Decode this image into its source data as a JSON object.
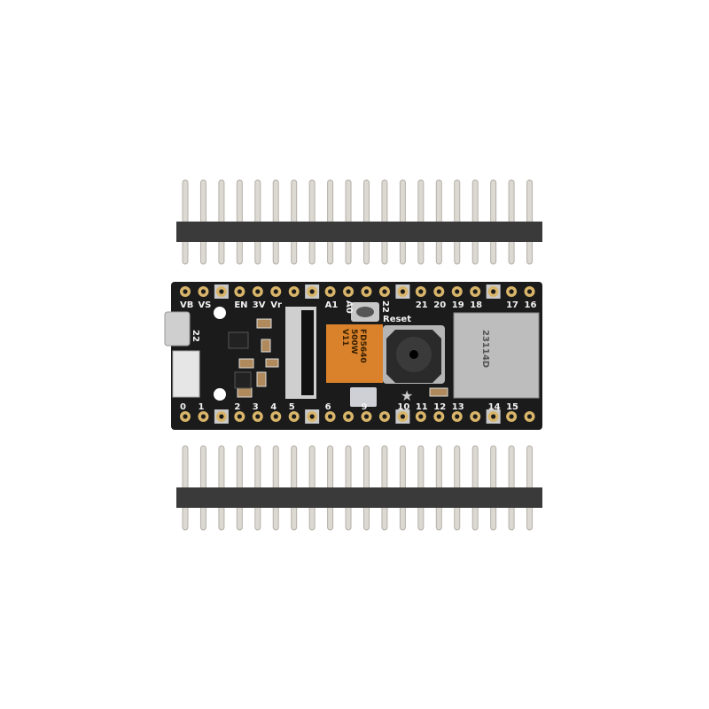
{
  "product": {
    "board_color": "#1a1a1a",
    "pad_color": "#d9b56a",
    "flex_color": "#d9822b",
    "top_pin_labels": [
      "VB",
      "VS",
      "",
      "EN",
      "3V",
      "Vr",
      "",
      "",
      "A1",
      "A0",
      "",
      "22",
      "",
      "21",
      "20",
      "19",
      "18",
      "",
      "17",
      "16"
    ],
    "bottom_pin_labels": [
      "0",
      "1",
      "",
      "2",
      "3",
      "4",
      "5",
      "",
      "6",
      "",
      "9",
      "",
      "10",
      "11",
      "12",
      "13",
      "",
      "14",
      "15",
      ""
    ],
    "square_pad_positions": [
      2,
      7,
      12,
      17
    ],
    "side_label": "22",
    "reset_label": "Reset",
    "camera_flex_text": [
      "FD5640",
      "500W",
      "V11"
    ],
    "sd_slot_text": "23114D"
  }
}
